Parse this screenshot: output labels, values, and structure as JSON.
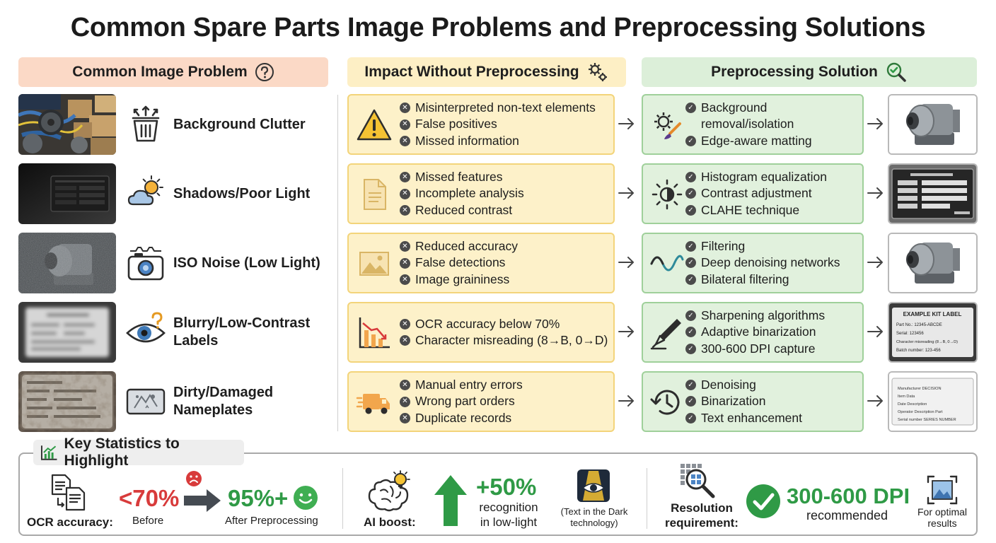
{
  "title": "Common Spare Parts Image Problems and Preprocessing Solutions",
  "columns": {
    "problem": "Common Image Problem",
    "impact": "Impact Without Preprocessing",
    "solution": "Preprocessing Solution"
  },
  "rows": [
    {
      "problem": "Background Clutter",
      "impacts": [
        "Misinterpreted non-text elements",
        "False positives",
        "Missed information"
      ],
      "solutions": [
        "Background removal/isolation",
        "Edge-aware matting"
      ]
    },
    {
      "problem": "Shadows/Poor Light",
      "impacts": [
        "Missed features",
        "Incomplete analysis",
        "Reduced contrast"
      ],
      "solutions": [
        "Histogram equalization",
        "Contrast adjustment",
        "CLAHE technique"
      ]
    },
    {
      "problem": "ISO Noise (Low Light)",
      "impacts": [
        "Reduced accuracy",
        "False detections",
        "Image graininess"
      ],
      "solutions": [
        "Filtering",
        "Deep denoising networks",
        "Bilateral filtering"
      ]
    },
    {
      "problem": "Blurry/Low-Contrast Labels",
      "impacts": [
        "OCR accuracy below 70%",
        "Character misreading (8→B, 0→D)"
      ],
      "solutions": [
        "Sharpening algorithms",
        "Adaptive binarization",
        "300-600 DPI capture"
      ]
    },
    {
      "problem": "Dirty/Damaged Nameplates",
      "impacts": [
        "Manual entry errors",
        "Wrong part orders",
        "Duplicate records"
      ],
      "solutions": [
        "Denoising",
        "Binarization",
        "Text enhancement"
      ]
    }
  ],
  "stats": {
    "header": "Key Statistics to Highlight",
    "ocr": {
      "label": "OCR accuracy:",
      "before_value": "<70%",
      "before_label": "Before",
      "after_value": "95%+",
      "after_label": "After Preprocessing"
    },
    "ai": {
      "label": "AI boost:",
      "value": "+50%",
      "desc_line1": "recognition",
      "desc_line2": "in low-light",
      "tech_line1": "(Text in the Dark",
      "tech_line2": "technology)"
    },
    "resolution": {
      "label_line1": "Resolution",
      "label_line2": "requirement:",
      "value": "300-600 DPI",
      "value_label": "recommended",
      "note_line1": "For optimal",
      "note_line2": "results"
    }
  },
  "nameplate_text": {
    "line1": "EXAMPLE KIT LABEL",
    "line2": "Part No.: 12345-ABCDE",
    "line3": "Serial: 123456",
    "line4": "Character misreading (8→B, 0→D)",
    "line5": "Batch number: 123-456"
  },
  "clean_plate_text": {
    "line1": "Manufacturer   DECISION",
    "line2": "Item   Data",
    "line3": "Date   Description",
    "line4": "Operator   Description Part",
    "line5": "Serial number   SERIES NUMBER"
  },
  "colors": {
    "red": "#d83b3b",
    "green": "#2f9a46",
    "impact_bg": "#fdf1c9",
    "solution_bg": "#e1f1dd",
    "problem_header": "#fbd9c6"
  }
}
